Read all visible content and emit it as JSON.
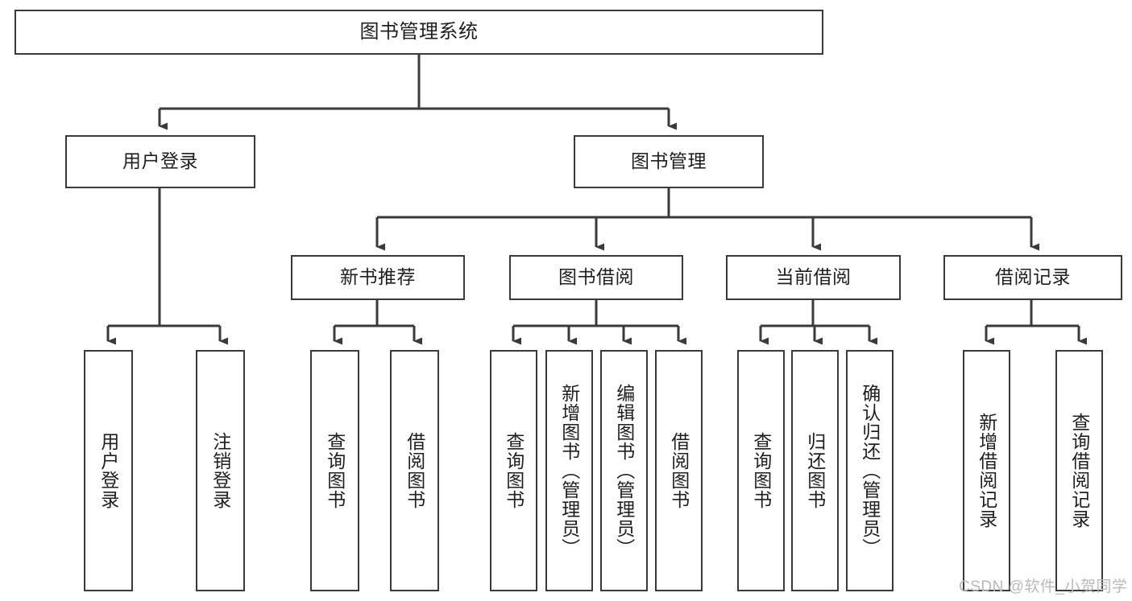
{
  "diagram": {
    "type": "tree-hierarchy",
    "title": "图书管理系统",
    "background_color": "#ffffff",
    "line_color": "#3a3a3a",
    "box_border_color": "#3a3a3a",
    "text_color": "#1f1f1f",
    "levels": [
      {
        "level": 1,
        "nodes": [
          {
            "id": "root",
            "label": "图书管理系统",
            "orientation": "horizontal"
          }
        ]
      },
      {
        "level": 2,
        "nodes": [
          {
            "id": "login",
            "label": "用户登录",
            "orientation": "horizontal",
            "parent": "root"
          },
          {
            "id": "bookmgmt",
            "label": "图书管理",
            "orientation": "horizontal",
            "parent": "root"
          }
        ]
      },
      {
        "level": 3,
        "nodes": [
          {
            "id": "newbook",
            "label": "新书推荐",
            "orientation": "horizontal",
            "parent": "bookmgmt"
          },
          {
            "id": "borrow",
            "label": "图书借阅",
            "orientation": "horizontal",
            "parent": "bookmgmt"
          },
          {
            "id": "current",
            "label": "当前借阅",
            "orientation": "horizontal",
            "parent": "bookmgmt"
          },
          {
            "id": "records",
            "label": "借阅记录",
            "orientation": "horizontal",
            "parent": "bookmgmt"
          }
        ]
      },
      {
        "level": 4,
        "nodes": [
          {
            "id": "leaf-user-login",
            "label": "用户登录",
            "orientation": "vertical",
            "parent": "login"
          },
          {
            "id": "leaf-user-logout",
            "label": "注销登录",
            "orientation": "vertical",
            "parent": "login"
          },
          {
            "id": "leaf-query-book-1",
            "label": "查询图书",
            "orientation": "vertical",
            "parent": "newbook"
          },
          {
            "id": "leaf-borrow-book-1",
            "label": "借阅图书",
            "orientation": "vertical",
            "parent": "newbook"
          },
          {
            "id": "leaf-query-book-2",
            "label": "查询图书",
            "orientation": "vertical",
            "parent": "borrow"
          },
          {
            "id": "leaf-add-book",
            "label": "新增图书（管理员）",
            "orientation": "vertical",
            "parent": "borrow"
          },
          {
            "id": "leaf-edit-book",
            "label": "编辑图书（管理员）",
            "orientation": "vertical",
            "parent": "borrow"
          },
          {
            "id": "leaf-borrow-book-2",
            "label": "借阅图书",
            "orientation": "vertical",
            "parent": "borrow"
          },
          {
            "id": "leaf-query-book-3",
            "label": "查询图书",
            "orientation": "vertical",
            "parent": "current"
          },
          {
            "id": "leaf-return-book",
            "label": "归还图书",
            "orientation": "vertical",
            "parent": "current"
          },
          {
            "id": "leaf-confirm-return",
            "label": "确认归还（管理员）",
            "orientation": "vertical",
            "parent": "current"
          },
          {
            "id": "leaf-add-record",
            "label": "新增借阅记录",
            "orientation": "vertical",
            "parent": "records"
          },
          {
            "id": "leaf-query-record",
            "label": "查询借阅记录",
            "orientation": "vertical",
            "parent": "records"
          }
        ]
      }
    ]
  },
  "watermark": {
    "text": "CSDN @软件_小贺同学"
  }
}
